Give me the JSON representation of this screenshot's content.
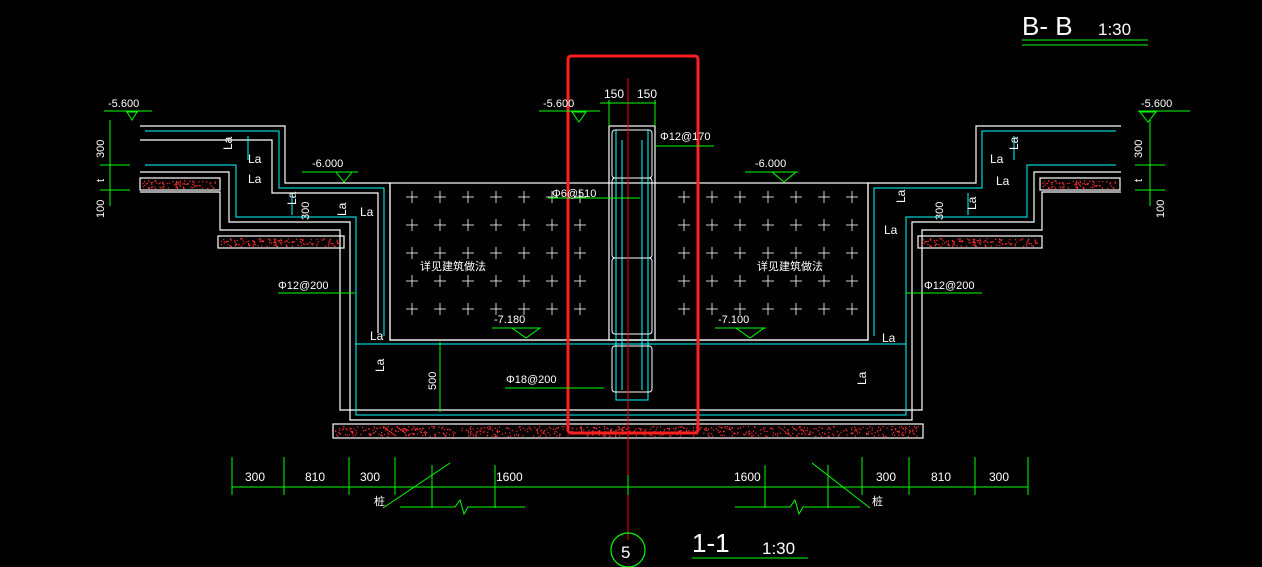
{
  "section_bb": {
    "label": "B- B",
    "scale": "1:30"
  },
  "section_11": {
    "label": "1-1",
    "scale": "1:30"
  },
  "axis_label": "5",
  "elevations": {
    "top_left": "-5.600",
    "top_center": "-5.600",
    "top_right": "-5.600",
    "mid_left": "-6.000",
    "mid_right": "-6.000",
    "bottom_left": "-7.180",
    "bottom_right": "-7.100"
  },
  "rebar": {
    "column_main": "Φ12@170",
    "column_stirrup": "Φ6@510",
    "wall_left": "Φ12@200",
    "wall_right": "Φ12@200",
    "slab": "Φ18@200"
  },
  "notes": {
    "left_fill": "详见建筑做法",
    "right_fill": "详见建筑做法",
    "pile_left": "桩",
    "pile_right": "桩"
  },
  "anchorage_label": "La",
  "dims": {
    "column_width_left": "150",
    "column_width_right": "150",
    "step_left_300": "300",
    "step_left_t": "t",
    "step_left_100": "100",
    "step_right_300": "300",
    "step_right_t": "t",
    "step_right_100": "100",
    "wall_left_300": "300",
    "wall_right_300": "300",
    "slab_500": "500",
    "bottom": [
      "300",
      "810",
      "300",
      "1600",
      "1600",
      "300",
      "810",
      "300"
    ]
  },
  "colors": {
    "background": "#000000",
    "dimension": "#00ff00",
    "outline": "#ffffff",
    "rebar": "#00ffff",
    "highlight": "#ff2020",
    "axis": "#ff0000",
    "fill_dots": "#ff3030"
  }
}
